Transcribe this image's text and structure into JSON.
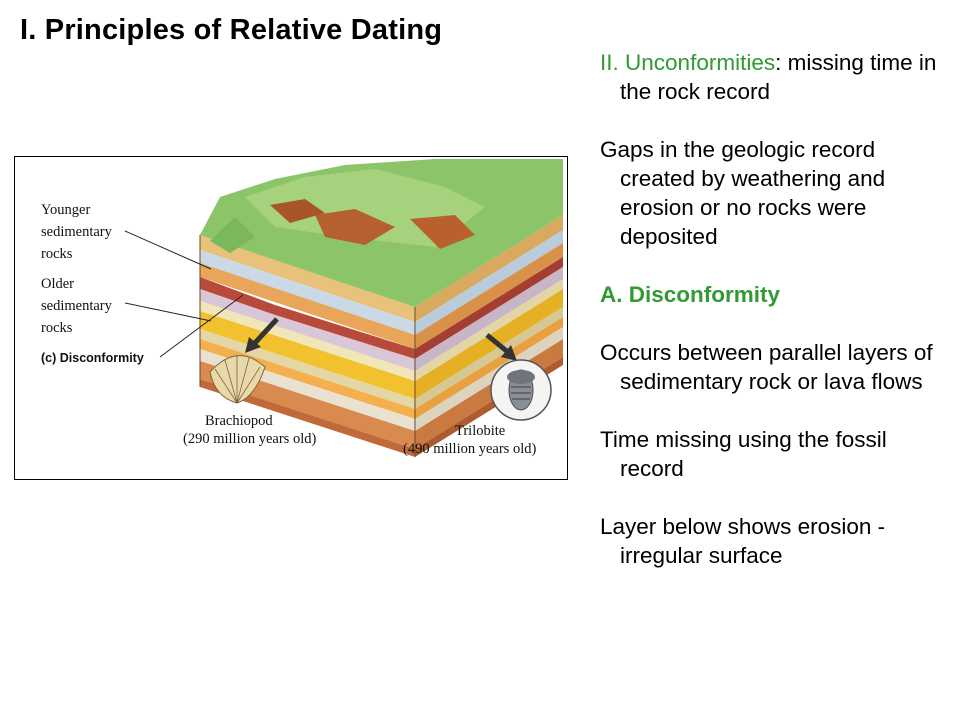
{
  "slide": {
    "title": "I. Principles of Relative Dating",
    "heading_num": "II.",
    "heading_term": "Unconformities",
    "heading_rest": ": missing time in the rock record",
    "para_gaps": "Gaps in the geologic record created by weathering and erosion or no rocks were deposited",
    "subheading": "A. Disconformity",
    "para_occurs": "Occurs between parallel layers of sedimentary rock or lava flows",
    "para_time": "Time missing using the fossil record",
    "para_layer": "Layer below shows erosion - irregular surface"
  },
  "figure": {
    "younger_line1": "Younger",
    "younger_line2": "sedimentary",
    "younger_line3": "rocks",
    "older_line1": "Older",
    "older_line2": "sedimentary",
    "older_line3": "rocks",
    "caption": "(c) Disconformity",
    "brachiopod_name": "Brachiopod",
    "brachiopod_age": "(290 million years old)",
    "trilobite_name": "Trilobite",
    "trilobite_age": "(490 million years old)"
  },
  "colors": {
    "accent_green": "#339933"
  }
}
